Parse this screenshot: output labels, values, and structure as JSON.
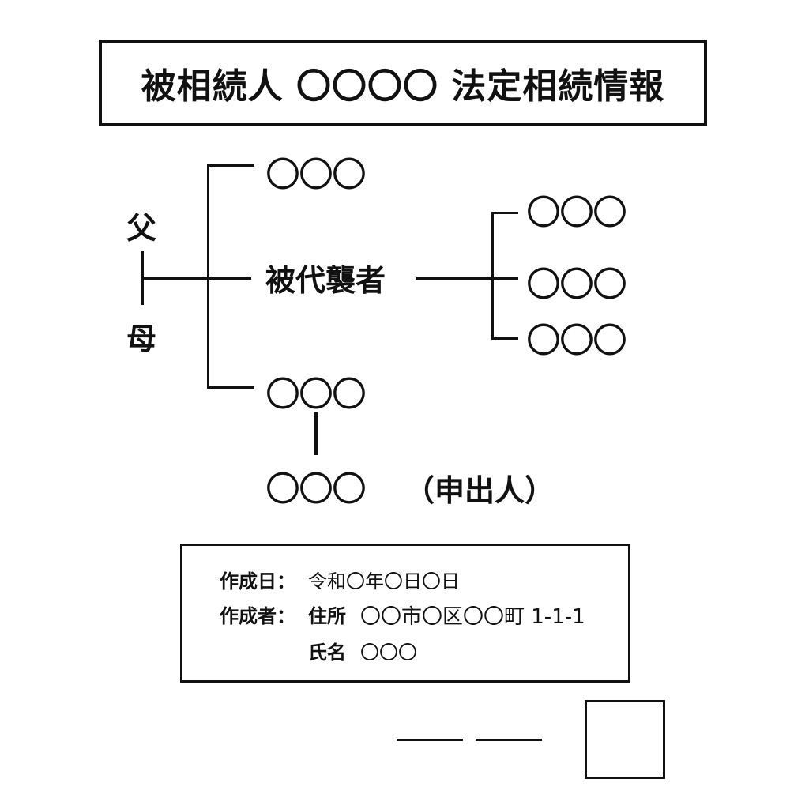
{
  "title": "被相続人 〇〇〇〇 法定相続情報",
  "tree": {
    "father": "父",
    "mother": "母",
    "sibling_top": "〇〇〇",
    "deceased": "被代襲者",
    "sibling_bottom": "〇〇〇",
    "applicant": "〇〇〇",
    "applicant_note": "（申出人）",
    "heirs": [
      "〇〇〇",
      "〇〇〇",
      "〇〇〇"
    ]
  },
  "info": {
    "date_label": "作成日：",
    "date_value": "令和〇年〇日〇日",
    "author_label": "作成者：",
    "address_label": "住所",
    "address_value": "〇〇市〇区〇〇町 1-1-1",
    "name_label": "氏名",
    "name_value": "〇〇〇"
  }
}
